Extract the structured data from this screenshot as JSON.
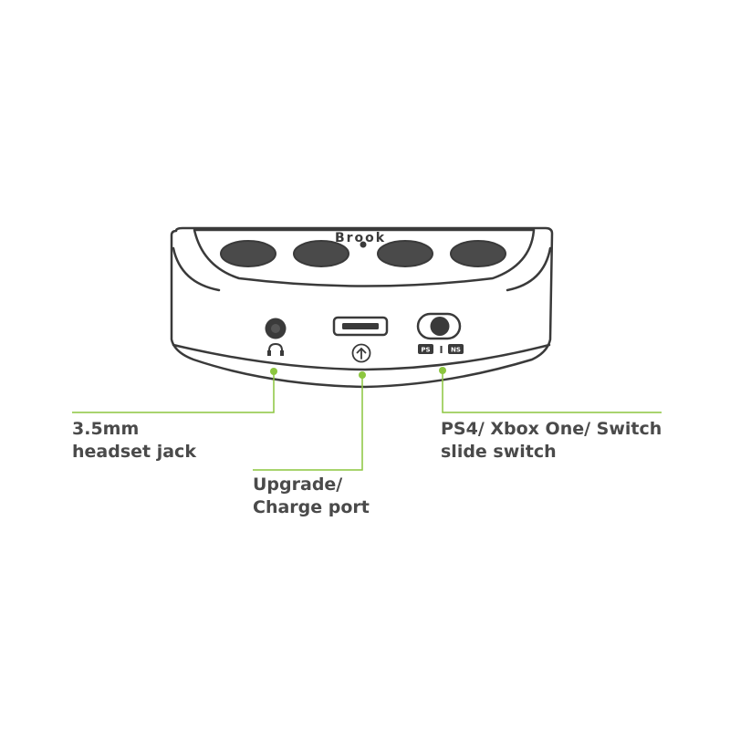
{
  "device": {
    "brand": "Brook",
    "switch_left_mode": "PS",
    "switch_separator": "I",
    "switch_right_mode": "NS"
  },
  "callouts": {
    "headset_jack": {
      "line1": "3.5mm",
      "line2": "headset jack"
    },
    "charge_port": {
      "line1": "Upgrade/",
      "line2": "Charge port"
    },
    "slide_switch": {
      "line1": "PS4/ Xbox One/ Switch",
      "line2": "slide switch"
    }
  },
  "colors": {
    "accent_green": "#8cc63f",
    "outline": "#3a3a3a",
    "button_fill": "#4a4a4a"
  },
  "icons": [
    "headphone-icon",
    "upload-arrow-icon",
    "usb-port-icon",
    "slide-switch-icon"
  ]
}
